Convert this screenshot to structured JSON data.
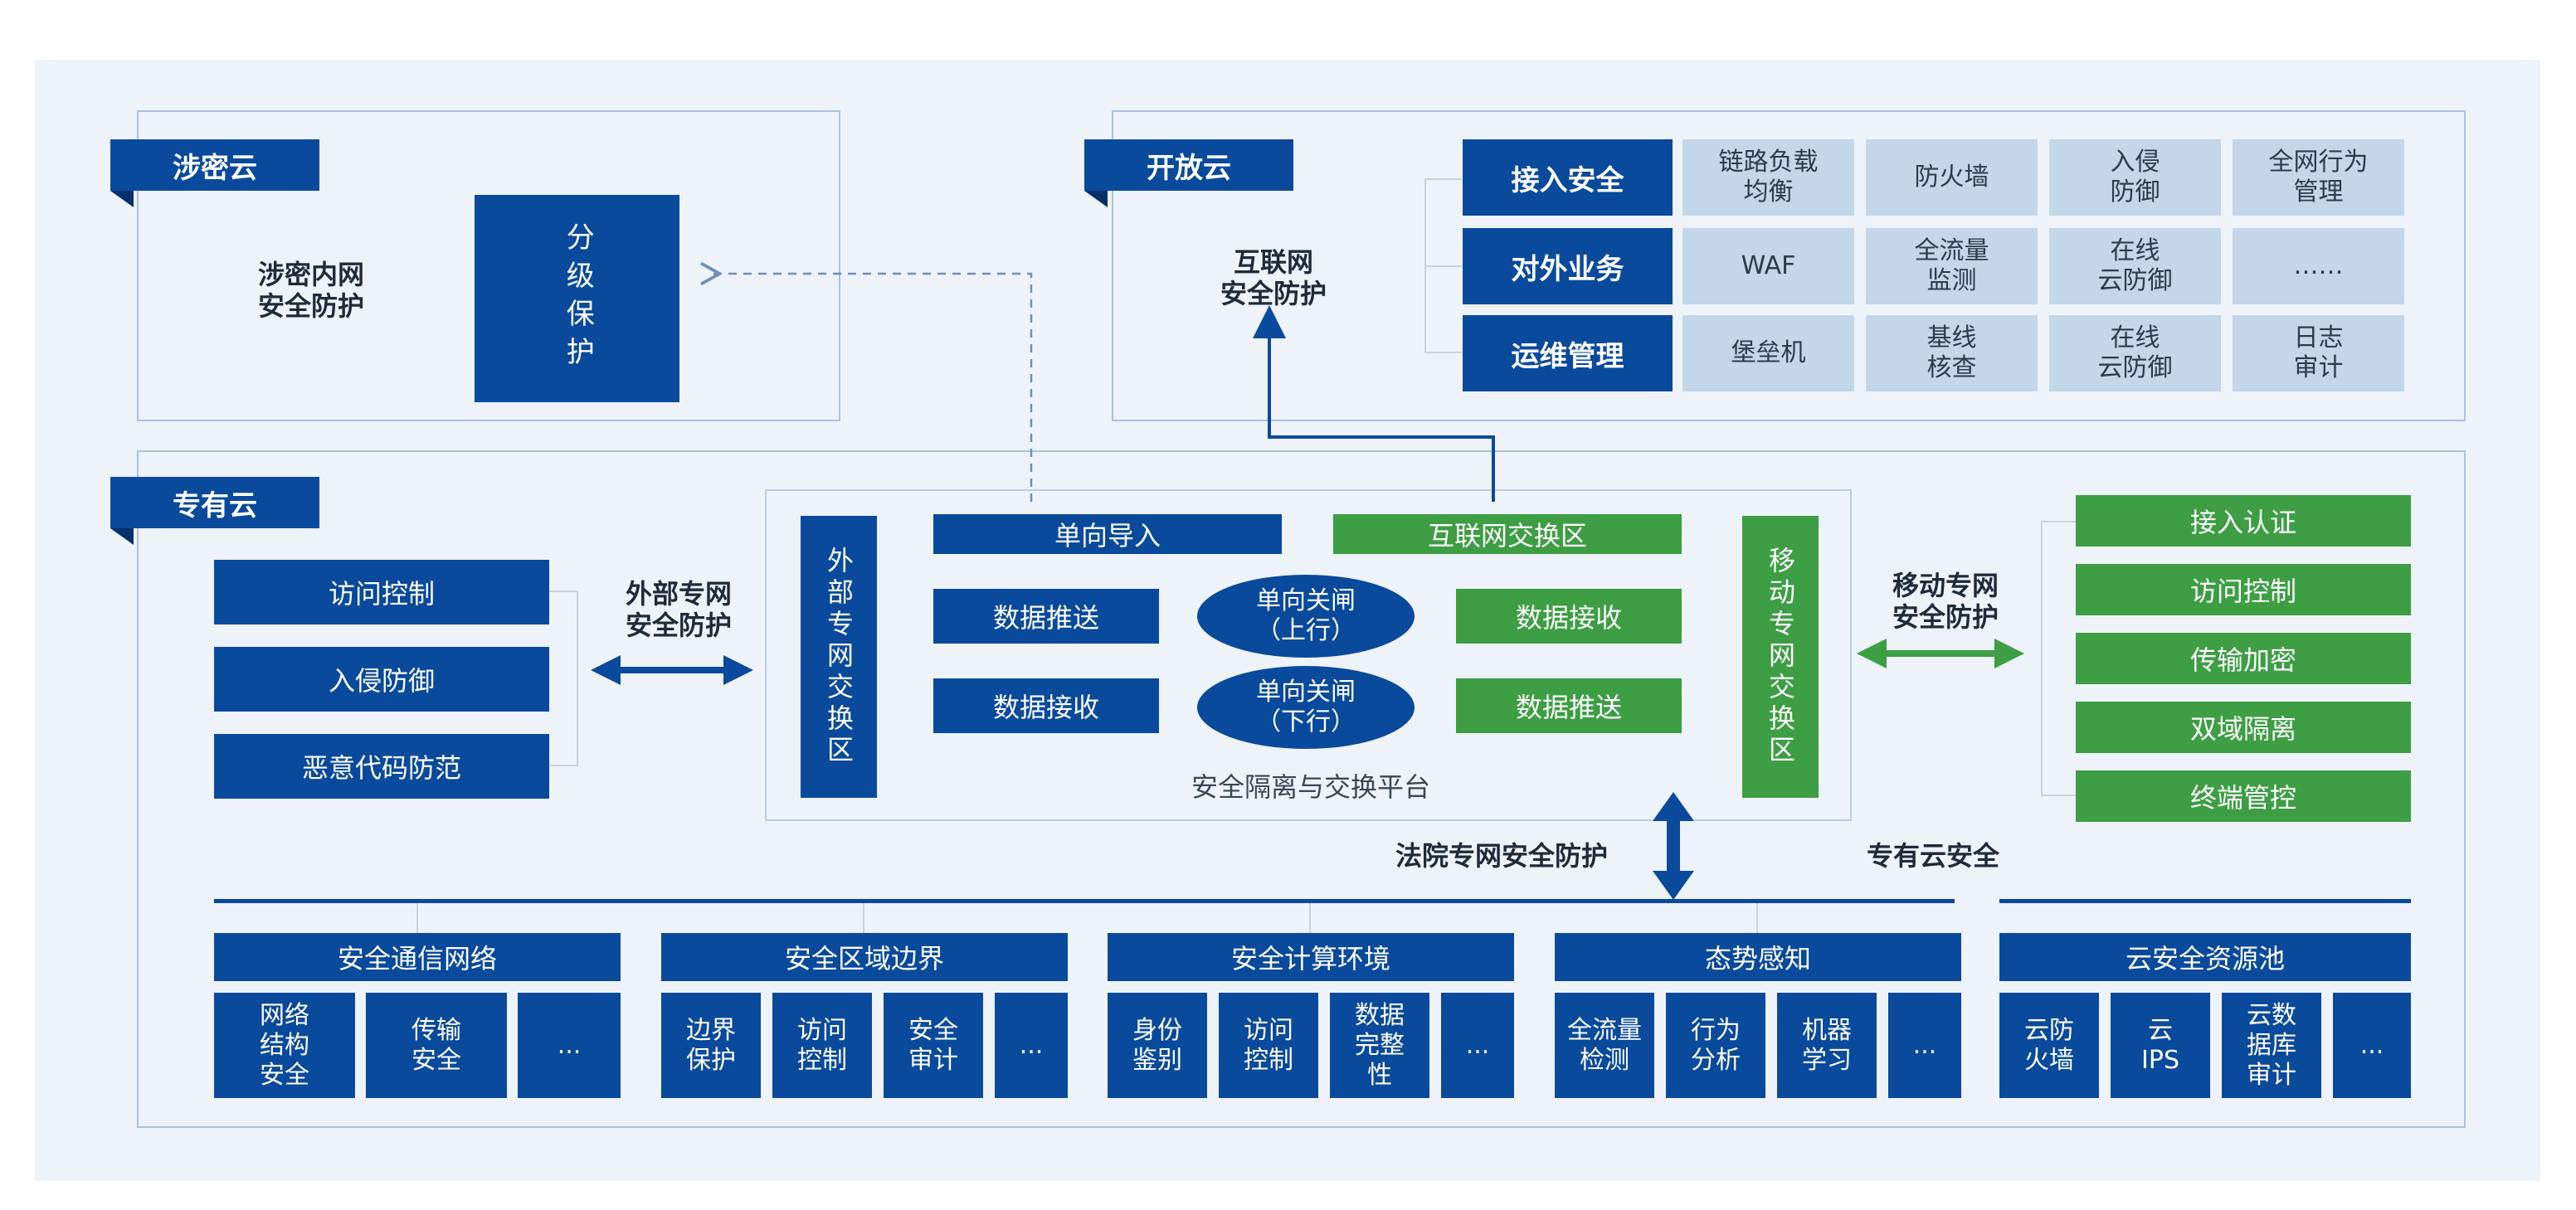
{
  "classified_cloud": {
    "tag": "涉密云",
    "label": "涉密内网\n安全防护",
    "box": "分级保护"
  },
  "open_cloud": {
    "tag": "开放云",
    "label": "互联网\n安全防护",
    "rows": [
      {
        "header": "接入安全",
        "cells": [
          "链路负载\n均衡",
          "防火墙",
          "入侵\n防御",
          "全网行为\n管理"
        ]
      },
      {
        "header": "对外业务",
        "cells": [
          "WAF",
          "全流量\n监测",
          "在线\n云防御",
          "……"
        ]
      },
      {
        "header": "运维管理",
        "cells": [
          "堡垒机",
          "基线\n核查",
          "在线\n云防御",
          "日志\n审计"
        ]
      }
    ]
  },
  "private_cloud": {
    "tag": "专有云",
    "left_items": [
      "访问控制",
      "入侵防御",
      "恶意代码防范"
    ],
    "external_label": "外部专网\n安全防护",
    "exchange": {
      "left_zone": "外部专网交换区",
      "right_zone": "移动专网交换区",
      "top_left": "单向导入",
      "top_right": "互联网交换区",
      "push_left": "数据推送",
      "recv_left": "数据接收",
      "gate_up": "单向关闸\n（上行）",
      "gate_down": "单向关闸\n（下行）",
      "recv_right": "数据接收",
      "push_right": "数据推送",
      "platform_label": "安全隔离与交换平台"
    },
    "mobile_label": "移动专网\n安全防护",
    "right_items": [
      "接入认证",
      "访问控制",
      "传输加密",
      "双域隔离",
      "终端管控"
    ],
    "court_label": "法院专网安全防护",
    "cloud_security_label": "专有云安全",
    "categories": [
      {
        "title": "安全通信网络",
        "items": [
          "网络\n结构\n安全",
          "传输\n安全",
          "..."
        ]
      },
      {
        "title": "安全区域边界",
        "items": [
          "边界\n保护",
          "访问\n控制",
          "安全\n审计",
          "..."
        ]
      },
      {
        "title": "安全计算环境",
        "items": [
          "身份\n鉴别",
          "访问\n控制",
          "数据\n完整\n性",
          "..."
        ]
      },
      {
        "title": "态势感知",
        "items": [
          "全流量\n检测",
          "行为\n分析",
          "机器\n学习",
          "..."
        ]
      },
      {
        "title": "云安全资源池",
        "items": [
          "云防\n火墙",
          "云\nIPS",
          "云数\n据库\n审计",
          "..."
        ]
      }
    ]
  },
  "colors": {
    "primary": "#0a4a9c",
    "green": "#3d9e44",
    "light": "#c3d6ea",
    "border": "#a9c2de"
  }
}
